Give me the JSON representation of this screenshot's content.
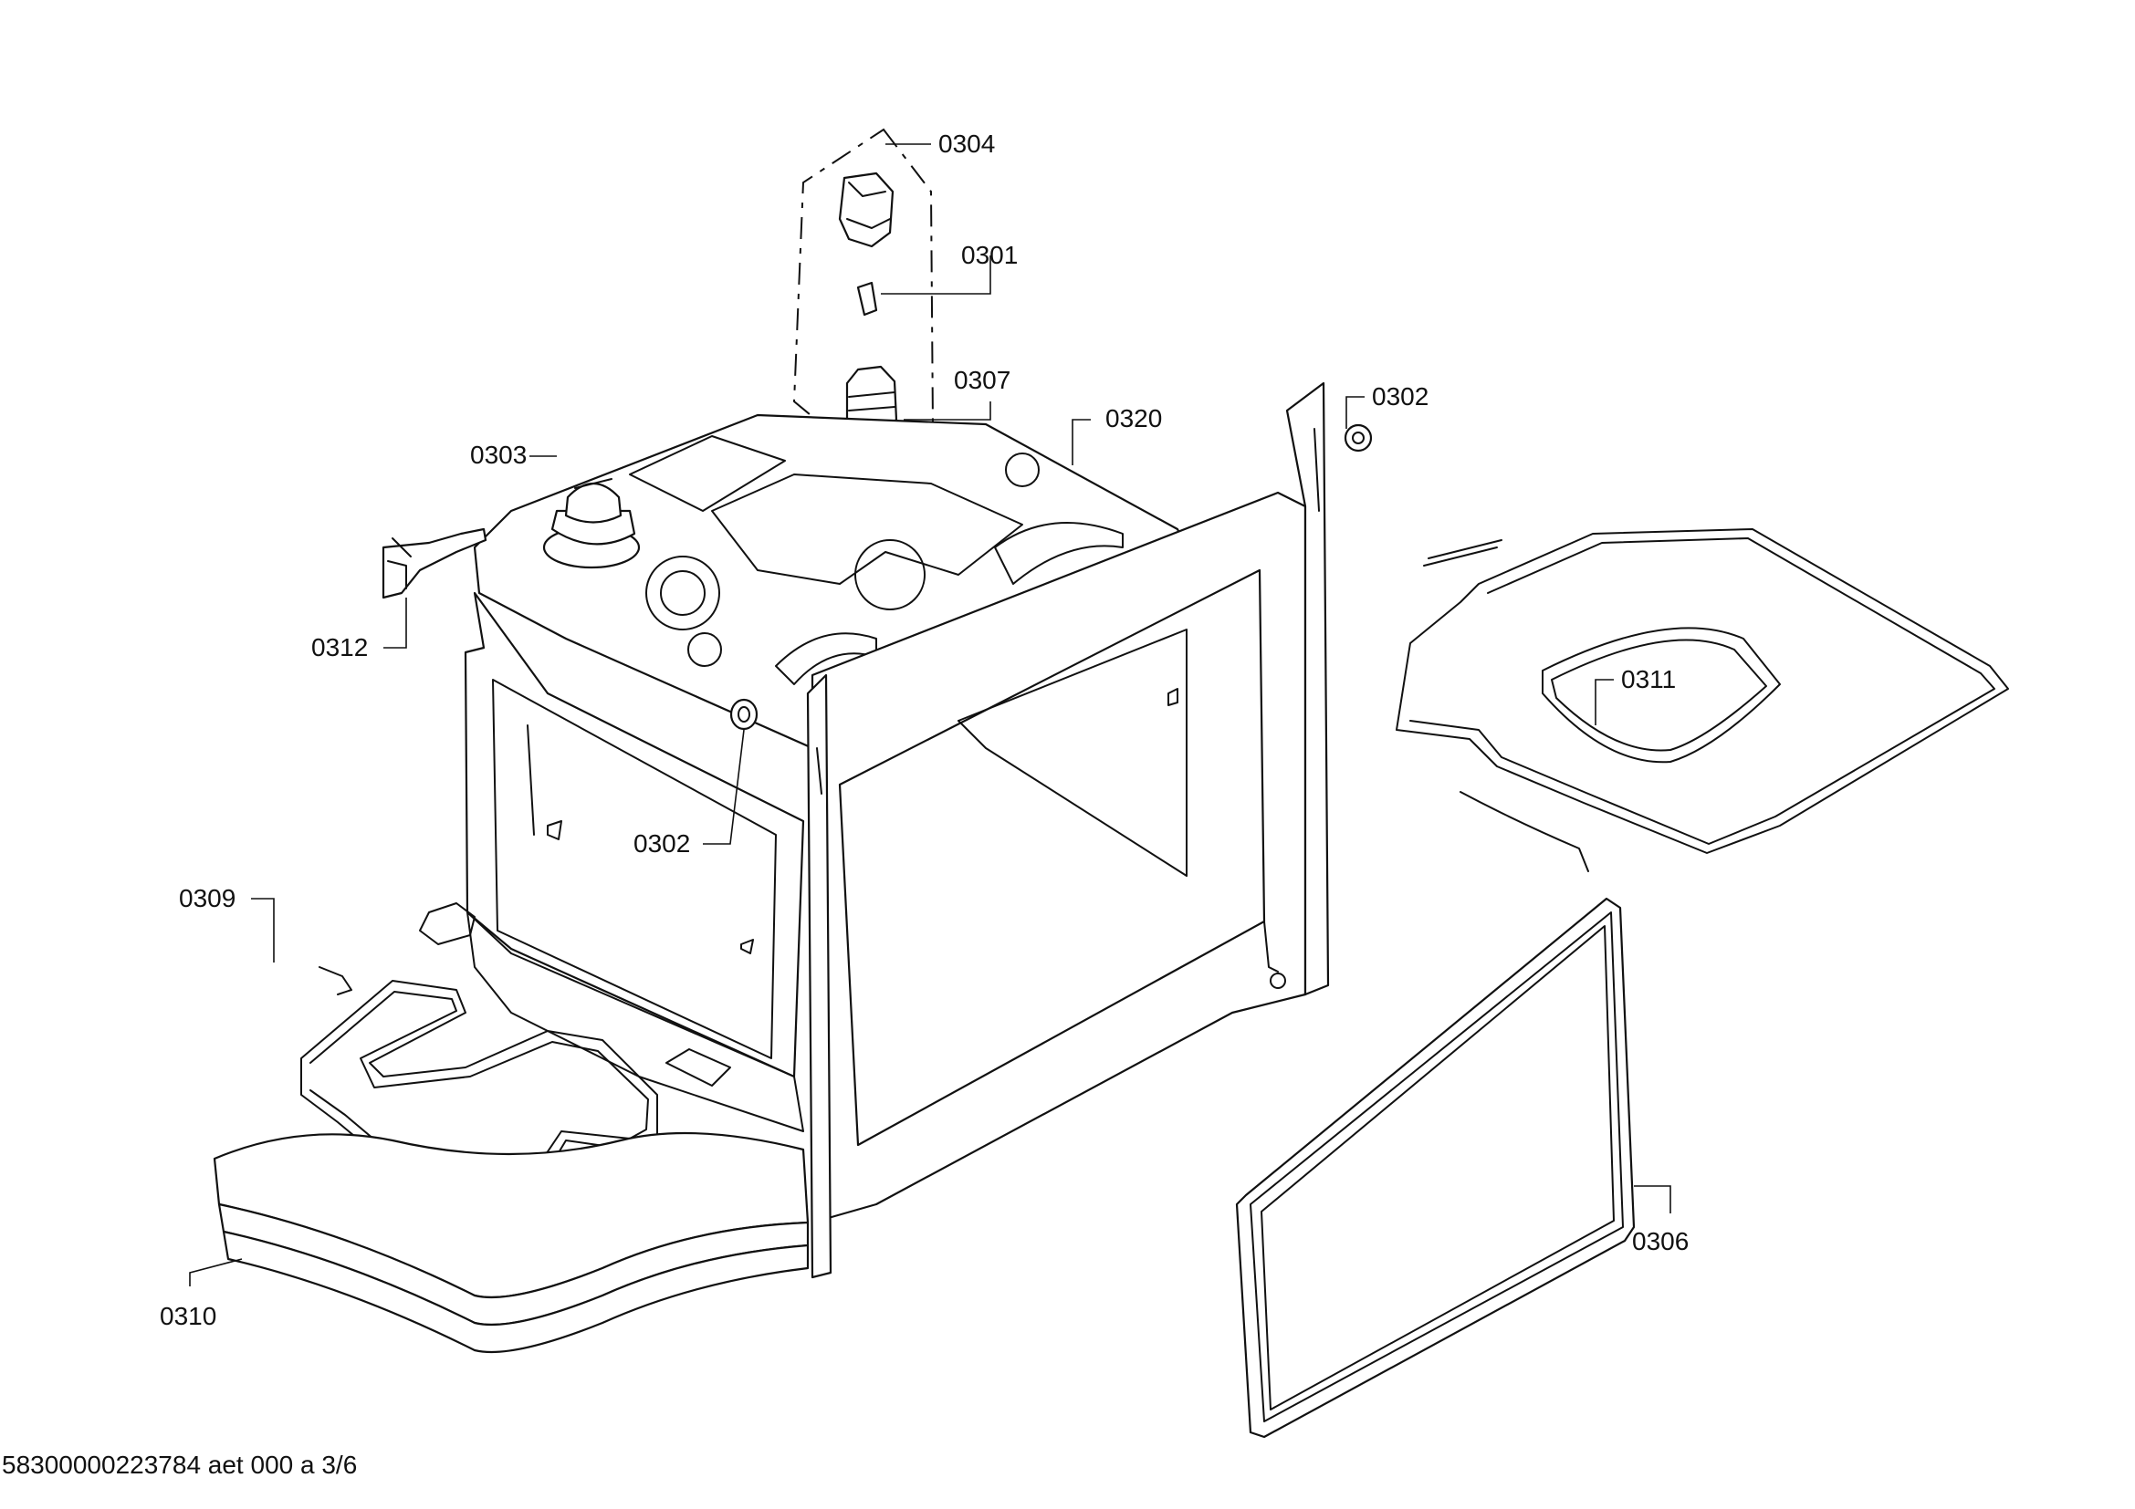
{
  "labels": {
    "p0304": "0304",
    "p0301": "0301",
    "p0307": "0307",
    "p0302_top": "0302",
    "p0320": "0320",
    "p0303": "0303",
    "p0312": "0312",
    "p0311": "0311",
    "p0302_mid": "0302",
    "p0309": "0309",
    "p0306": "0306",
    "p0310": "0310"
  },
  "footer": "58300000223784 aet 000 a 3/6"
}
